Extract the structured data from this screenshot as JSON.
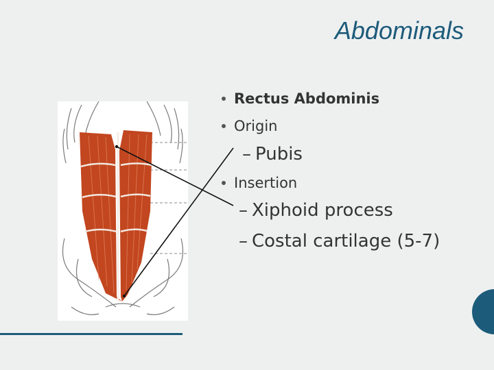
{
  "slide": {
    "title": "Abdominals",
    "bullets": [
      {
        "text": "Rectus Abdominis",
        "level": 1,
        "bold": true
      },
      {
        "text": "Origin",
        "level": 1
      },
      {
        "text": "Pubis",
        "level": 2
      },
      {
        "text": "Insertion",
        "level": 1
      },
      {
        "text": "Xiphoid process",
        "level": 2
      },
      {
        "text": "Costal cartilage (5-7)",
        "level": 2
      }
    ],
    "sub_marker": "–"
  },
  "colors": {
    "accent": "#1d5b7a",
    "background": "#eef0f0",
    "muscle": "#c2461f",
    "text": "#333333"
  }
}
